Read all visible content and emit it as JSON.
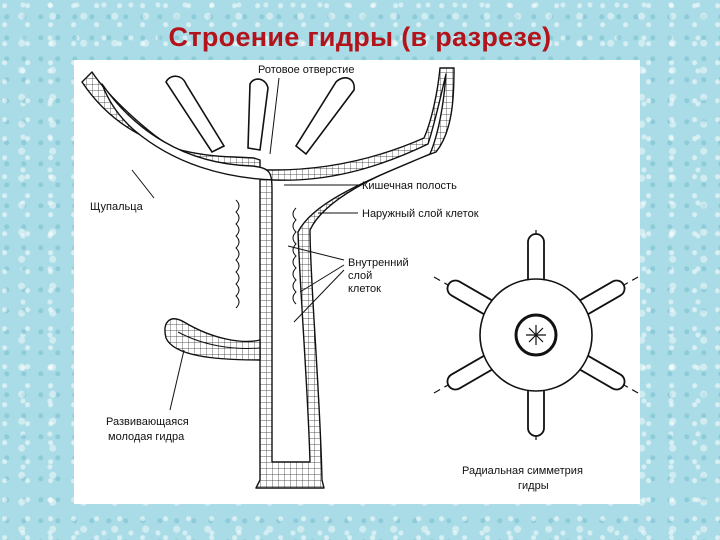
{
  "title": "Строение гидры (в разрезе)",
  "labels": {
    "mouth": "Ротовое отверстие",
    "gut_cavity": "Кишечная полость",
    "outer_layer": "Наружный слой клеток",
    "inner_layer_1": "Внутренний",
    "inner_layer_2": "слой",
    "inner_layer_3": "клеток",
    "tentacles": "Щупальца",
    "bud_1": "Развивающаяся",
    "bud_2": "молодая гидра",
    "symmetry_1": "Радиальная симметрия",
    "symmetry_2": "гидры"
  },
  "colors": {
    "title": "#b3141c",
    "background": "#a9dce6",
    "ink": "#111111"
  }
}
